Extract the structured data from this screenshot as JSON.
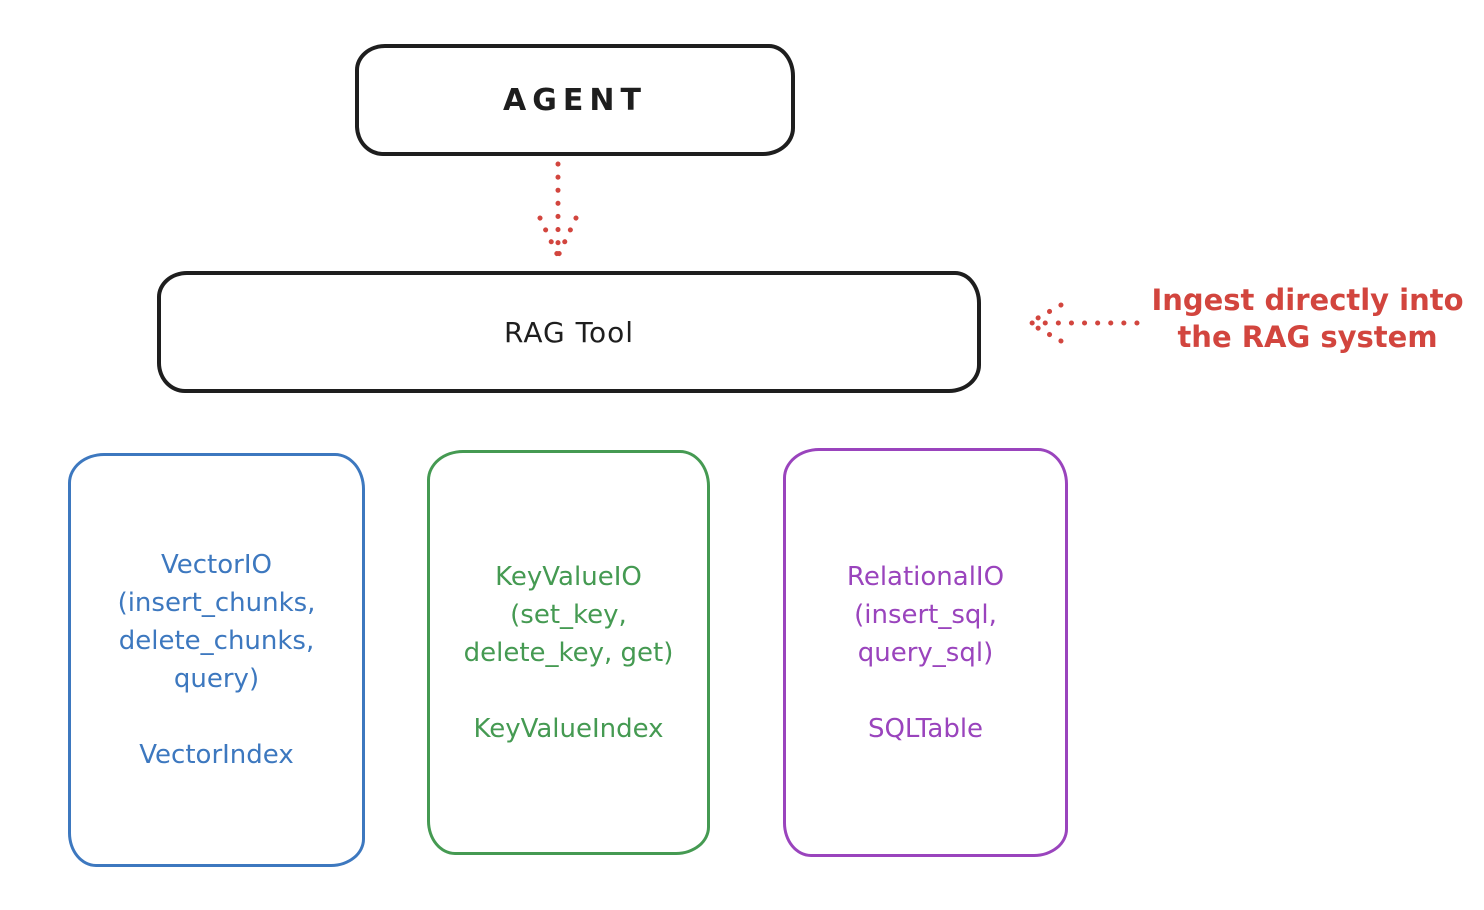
{
  "colors": {
    "ink": "#1e1e1e",
    "red": "#d2453e",
    "blue": "#3d78bf",
    "green": "#459a52",
    "purple": "#9a44bd",
    "background": "#ffffff"
  },
  "agent_box": {
    "label": "AGENT"
  },
  "rag_tool_box": {
    "label": "RAG Tool"
  },
  "annotation": {
    "line1": "Ingest directly into",
    "line2": "the RAG system"
  },
  "arrows": [
    {
      "name": "agent-to-rag-tool",
      "style": "dotted",
      "direction": "down",
      "color": "#d2453e"
    },
    {
      "name": "annotation-to-rag-tool",
      "style": "dotted",
      "direction": "left",
      "color": "#d2453e"
    }
  ],
  "backend_boxes": [
    {
      "title": "VectorIO",
      "methods_lines": [
        "(insert_chunks,",
        "delete_chunks,",
        "query)"
      ],
      "index_label": "VectorIndex",
      "color": "#3d78bf"
    },
    {
      "title": "KeyValueIO",
      "methods_lines": [
        "(set_key,",
        "delete_key, get)"
      ],
      "index_label": "KeyValueIndex",
      "color": "#459a52"
    },
    {
      "title": "RelationalIO",
      "methods_lines": [
        "(insert_sql,",
        "query_sql)"
      ],
      "index_label": "SQLTable",
      "color": "#9a44bd"
    }
  ]
}
